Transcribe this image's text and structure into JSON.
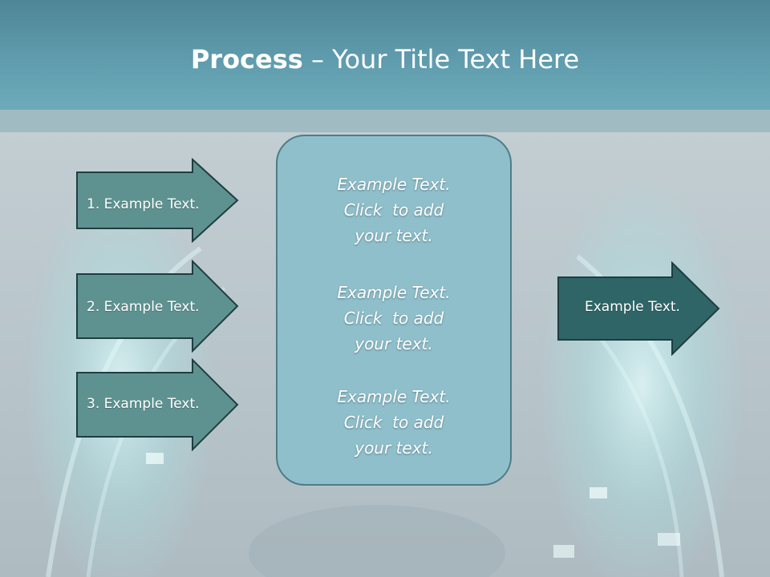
{
  "slide": {
    "title_bold": "Process",
    "title_rest": " – Your Title Text Here",
    "inputs": [
      {
        "label": "1. Example Text."
      },
      {
        "label": "2. Example Text."
      },
      {
        "label": "3. Example Text."
      }
    ],
    "center_blocks": [
      {
        "lines": [
          "Example Text.",
          "Click  to add",
          "your text."
        ]
      },
      {
        "lines": [
          "Example Text.",
          "Click  to add",
          "your text."
        ]
      },
      {
        "lines": [
          "Example Text.",
          "Click  to add",
          "your text."
        ]
      }
    ],
    "output": {
      "label": "Example Text."
    }
  },
  "colors": {
    "header": "#5f9cad",
    "input_arrow_fill": "#5e9290",
    "output_arrow_fill": "#2f6566",
    "arrow_border": "#1f3d40",
    "center_box_fill": "#8fbfcb"
  }
}
